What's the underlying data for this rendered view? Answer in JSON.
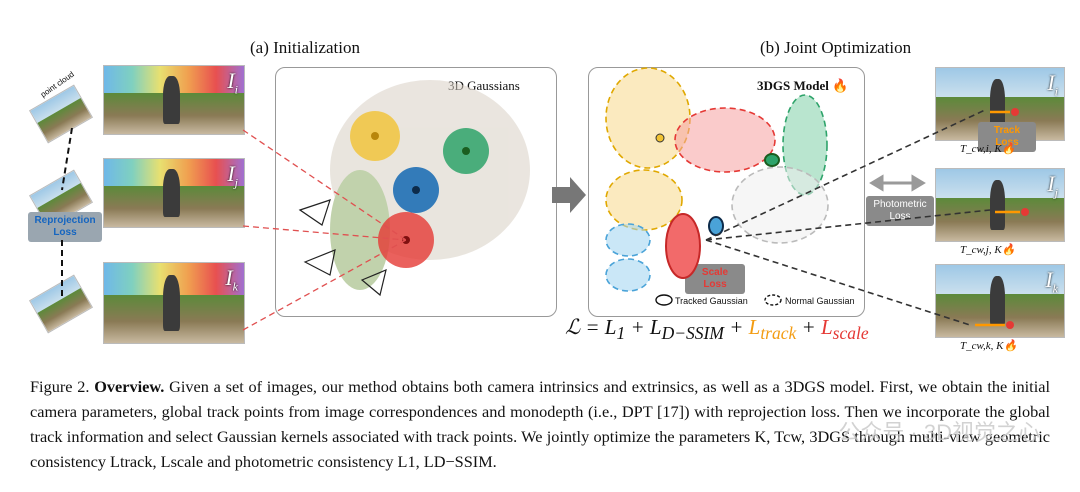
{
  "left_title": "(a) Initialization",
  "right_title": "(b) Joint Optimization",
  "point_cloud_label": "point cloud",
  "reprojection_loss": "Reprojection Loss",
  "img_i": "I",
  "img_i_sub": "i",
  "img_j": "I",
  "img_j_sub": "j",
  "img_k": "I",
  "img_k_sub": "k",
  "gaussians_label": "3D Gaussians",
  "model_label": "3DGS Model 🔥",
  "scale_loss": "Scale Loss",
  "tracked_gaussian": "Tracked Gaussian",
  "normal_gaussian": "Normal Gaussian",
  "track_loss": "Track Loss",
  "photometric_loss": "Photometric Loss",
  "cam_i": "T_cw,i, K🔥",
  "cam_j": "T_cw,j, K🔥",
  "cam_k": "T_cw,k, K🔥",
  "formula": {
    "lhs": "ℒ = L",
    "p1": "1",
    "plus1": " + L",
    "p2": "D−SSIM",
    "plus2": " + ",
    "track": "L",
    "track_sub": "track",
    "plus3": " + ",
    "scale": "L",
    "scale_sub": "scale"
  },
  "caption": {
    "fig": "Figure 2.",
    "bold": "Overview.",
    "text": "Given a set of images, our method obtains both camera intrinsics and extrinsics, as well as a 3DGS model. First, we obtain the initial camera parameters, global track points from image correspondences and monodepth (i.e., DPT [17]) with reprojection loss. Then we incorporate the global track information and select Gaussian kernels associated with track points. We jointly optimize the parameters K, Tcw, 3DGS through multi-view geometric consistency Ltrack, Lscale and photometric consistency L1, LD−SSIM."
  },
  "watermark": "公众号 · 3D视觉之心",
  "colors": {
    "yellow": "#f1c232",
    "green": "#2ea36a",
    "blue": "#1f6fb5",
    "red": "#e53935",
    "orange": "#f39c12"
  }
}
